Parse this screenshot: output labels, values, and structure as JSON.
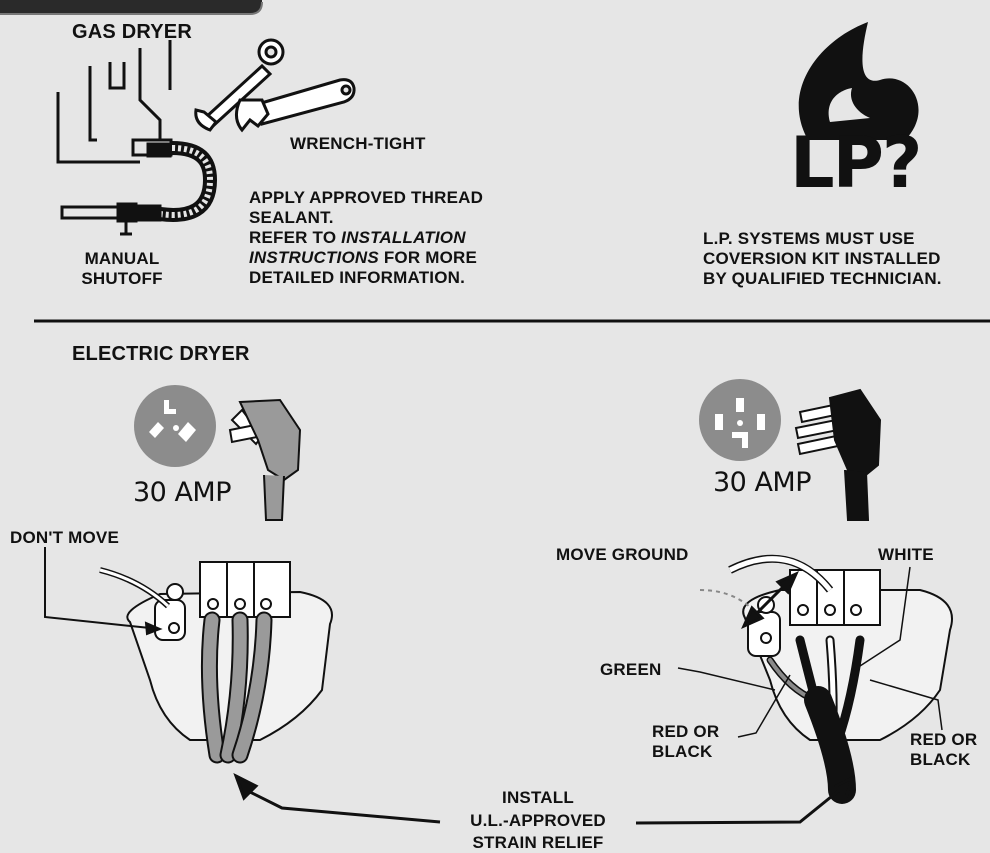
{
  "gas": {
    "heading": "GAS DRYER",
    "wrench_label": "WRENCH-TIGHT",
    "sealant_l1": "APPLY APPROVED THREAD",
    "sealant_l2": "SEALANT.",
    "refer_l1_a": "REFER TO ",
    "refer_l1_b": "INSTALLATION",
    "refer_l2_a": "INSTRUCTIONS",
    "refer_l2_b": " FOR MORE",
    "refer_l3": "DETAILED INFORMATION.",
    "shutoff_l1": "MANUAL",
    "shutoff_l2": "SHUTOFF",
    "lp_logo": "LP?",
    "lp_l1": "L.P. SYSTEMS MUST USE",
    "lp_l2": "COVERSION KIT INSTALLED",
    "lp_l3": "BY QUALIFIED TECHNICIAN."
  },
  "electric": {
    "heading": "ELECTRIC DRYER",
    "amp_left": "30 AMP",
    "amp_right": "30 AMP",
    "dont_move": "DON'T MOVE",
    "move_ground": "MOVE GROUND",
    "white": "WHITE",
    "green": "GREEN",
    "redblack_a_l1": "RED OR",
    "redblack_a_l2": "BLACK",
    "redblack_b_l1": "RED OR",
    "redblack_b_l2": "BLACK",
    "install_l1": "INSTALL",
    "install_l2": "U.L.-APPROVED",
    "install_l3": "STRAIN RELIEF"
  },
  "colors": {
    "background": "#e6e6e6",
    "ink": "#111111",
    "outlet_gray": "#8c8c8c",
    "wire_gray": "#9a9a9a"
  }
}
